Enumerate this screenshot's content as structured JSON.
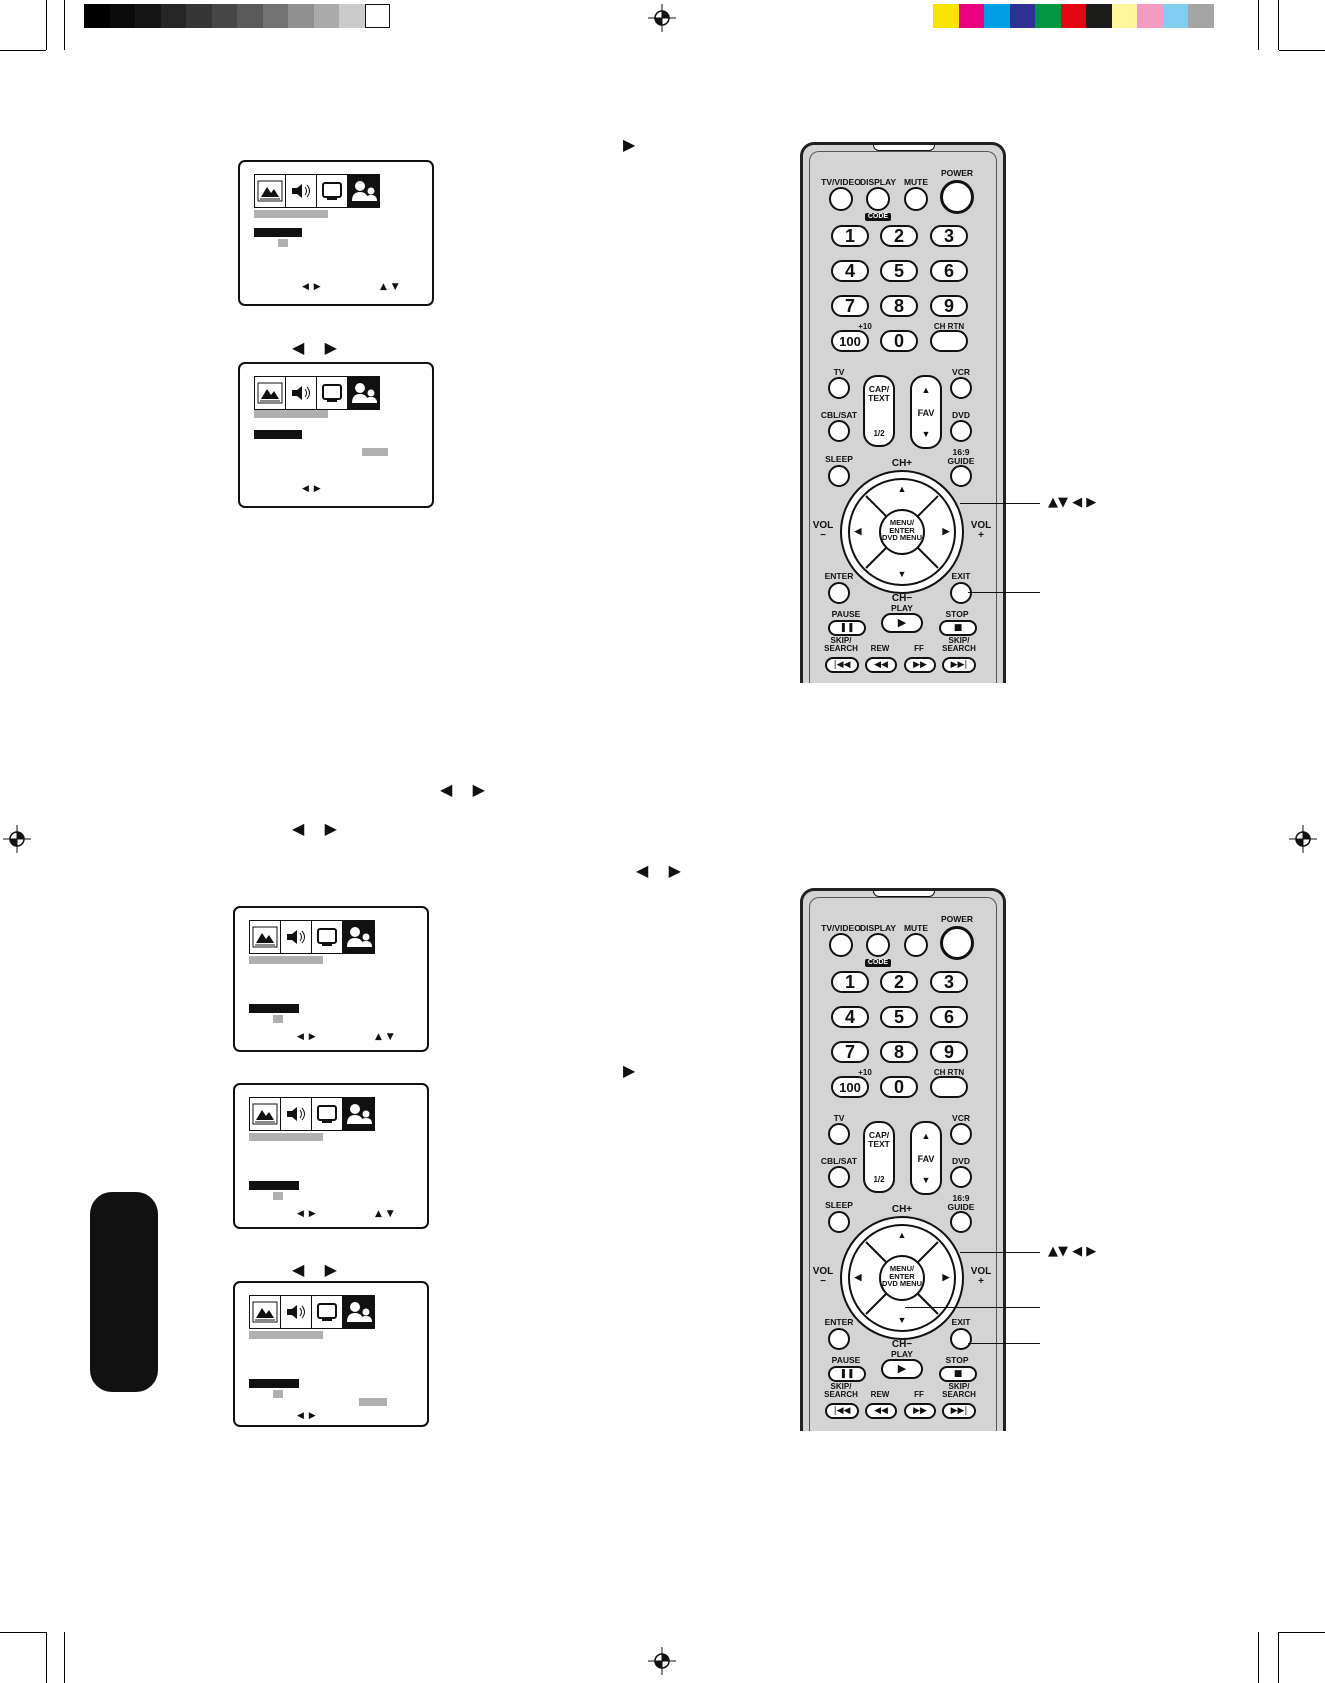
{
  "color_bar": {
    "greys": [
      "#000000",
      "#0b0b0b",
      "#161616",
      "#262626",
      "#363636",
      "#474747",
      "#5a5a5a",
      "#737373",
      "#8f8f8f",
      "#ababab",
      "#cccccc",
      "#ffffff"
    ],
    "colors": [
      "#f7e400",
      "#e8007f",
      "#009fe3",
      "#2f3092",
      "#00963f",
      "#e30613",
      "#1d1d1b",
      "#fff59b",
      "#f39ac2",
      "#7fcdf0",
      "#a5a5a5"
    ]
  },
  "arrows": {
    "right": "▶",
    "left_right": "◀    ▶",
    "small_left_right": "◀ ▶",
    "small_up_down": "▲ ▼",
    "callout": "▲▼ ◀ ▶"
  },
  "icons": [
    "picture-icon",
    "audio-icon",
    "setup-icon",
    "locks-icon"
  ],
  "remote": {
    "top_labels": [
      "TV/VIDEO",
      "DISPLAY",
      "MUTE",
      "POWER"
    ],
    "code_label": "CODE",
    "numbers": [
      "1",
      "2",
      "3",
      "4",
      "5",
      "6",
      "7",
      "8",
      "9",
      "100",
      "0"
    ],
    "plus10": "+10",
    "chrtn": "CH RTN",
    "tv": "TV",
    "vcr": "VCR",
    "cblsat": "CBL/SAT",
    "dvd": "DVD",
    "cap_text": "CAP/\nTEXT",
    "half": "1/2",
    "fav": "FAV",
    "sleep": "SLEEP",
    "guide": "16:9\nGUIDE",
    "ch_plus": "CH+",
    "ch_minus": "CH−",
    "vol_minus": "VOL\n−",
    "vol_plus": "VOL\n+",
    "menu": "MENU/\nENTER\nDVD MENU",
    "enter": "ENTER",
    "exit": "EXIT",
    "play": "PLAY",
    "pause": "PAUSE",
    "stop": "STOP",
    "skip_search_l": "SKIP/\nSEARCH",
    "rew": "REW",
    "ff": "FF",
    "skip_search_r": "SKIP/\nSEARCH"
  }
}
